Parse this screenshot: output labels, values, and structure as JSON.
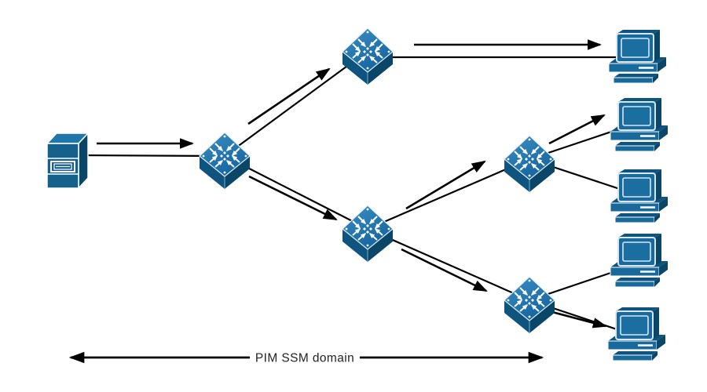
{
  "diagram": {
    "title_label": "PIM SSM domain",
    "kind": "multicast-network-topology",
    "nodes": [
      {
        "id": "source-server",
        "type": "server",
        "icon": "server-icon"
      },
      {
        "id": "first-hop-router",
        "type": "multilayer-switch",
        "icon": "multilayer-switch-icon"
      },
      {
        "id": "top-router",
        "type": "multilayer-switch",
        "icon": "multilayer-switch-icon"
      },
      {
        "id": "middle-router",
        "type": "multilayer-switch",
        "icon": "multilayer-switch-icon"
      },
      {
        "id": "upper-right-router",
        "type": "multilayer-switch",
        "icon": "multilayer-switch-icon"
      },
      {
        "id": "lower-right-router",
        "type": "multilayer-switch",
        "icon": "multilayer-switch-icon"
      },
      {
        "id": "receiver-1",
        "type": "workstation",
        "icon": "computer-icon"
      },
      {
        "id": "receiver-2",
        "type": "workstation",
        "icon": "computer-icon"
      },
      {
        "id": "receiver-3",
        "type": "workstation",
        "icon": "computer-icon"
      },
      {
        "id": "receiver-4",
        "type": "workstation",
        "icon": "computer-icon"
      },
      {
        "id": "receiver-5",
        "type": "workstation",
        "icon": "computer-icon"
      }
    ],
    "links": [
      {
        "from": "source-server",
        "to": "first-hop-router"
      },
      {
        "from": "first-hop-router",
        "to": "top-router"
      },
      {
        "from": "first-hop-router",
        "to": "middle-router"
      },
      {
        "from": "top-router",
        "to": "receiver-1"
      },
      {
        "from": "middle-router",
        "to": "upper-right-router"
      },
      {
        "from": "middle-router",
        "to": "lower-right-router"
      },
      {
        "from": "upper-right-router",
        "to": "receiver-2"
      },
      {
        "from": "upper-right-router",
        "to": "receiver-3"
      },
      {
        "from": "lower-right-router",
        "to": "receiver-4"
      },
      {
        "from": "lower-right-router",
        "to": "receiver-5"
      }
    ],
    "multicast_flows": [
      {
        "from": "source-server",
        "to": "first-hop-router"
      },
      {
        "from": "first-hop-router",
        "to": "top-router"
      },
      {
        "from": "first-hop-router",
        "to": "middle-router"
      },
      {
        "from": "top-router",
        "to": "receiver-1"
      },
      {
        "from": "middle-router",
        "to": "upper-right-router"
      },
      {
        "from": "middle-router",
        "to": "lower-right-router"
      },
      {
        "from": "upper-right-router",
        "to": "receiver-2"
      },
      {
        "from": "lower-right-router",
        "to": "receiver-5"
      }
    ]
  },
  "colors": {
    "device_blue": "#176A9B",
    "device_blue_light": "#3B8FC2",
    "device_blue_dark": "#0E547E",
    "device_blue_darker": "#0A4668",
    "line_black": "#000000",
    "label_text": "#232323",
    "background": "#FFFFFF"
  }
}
